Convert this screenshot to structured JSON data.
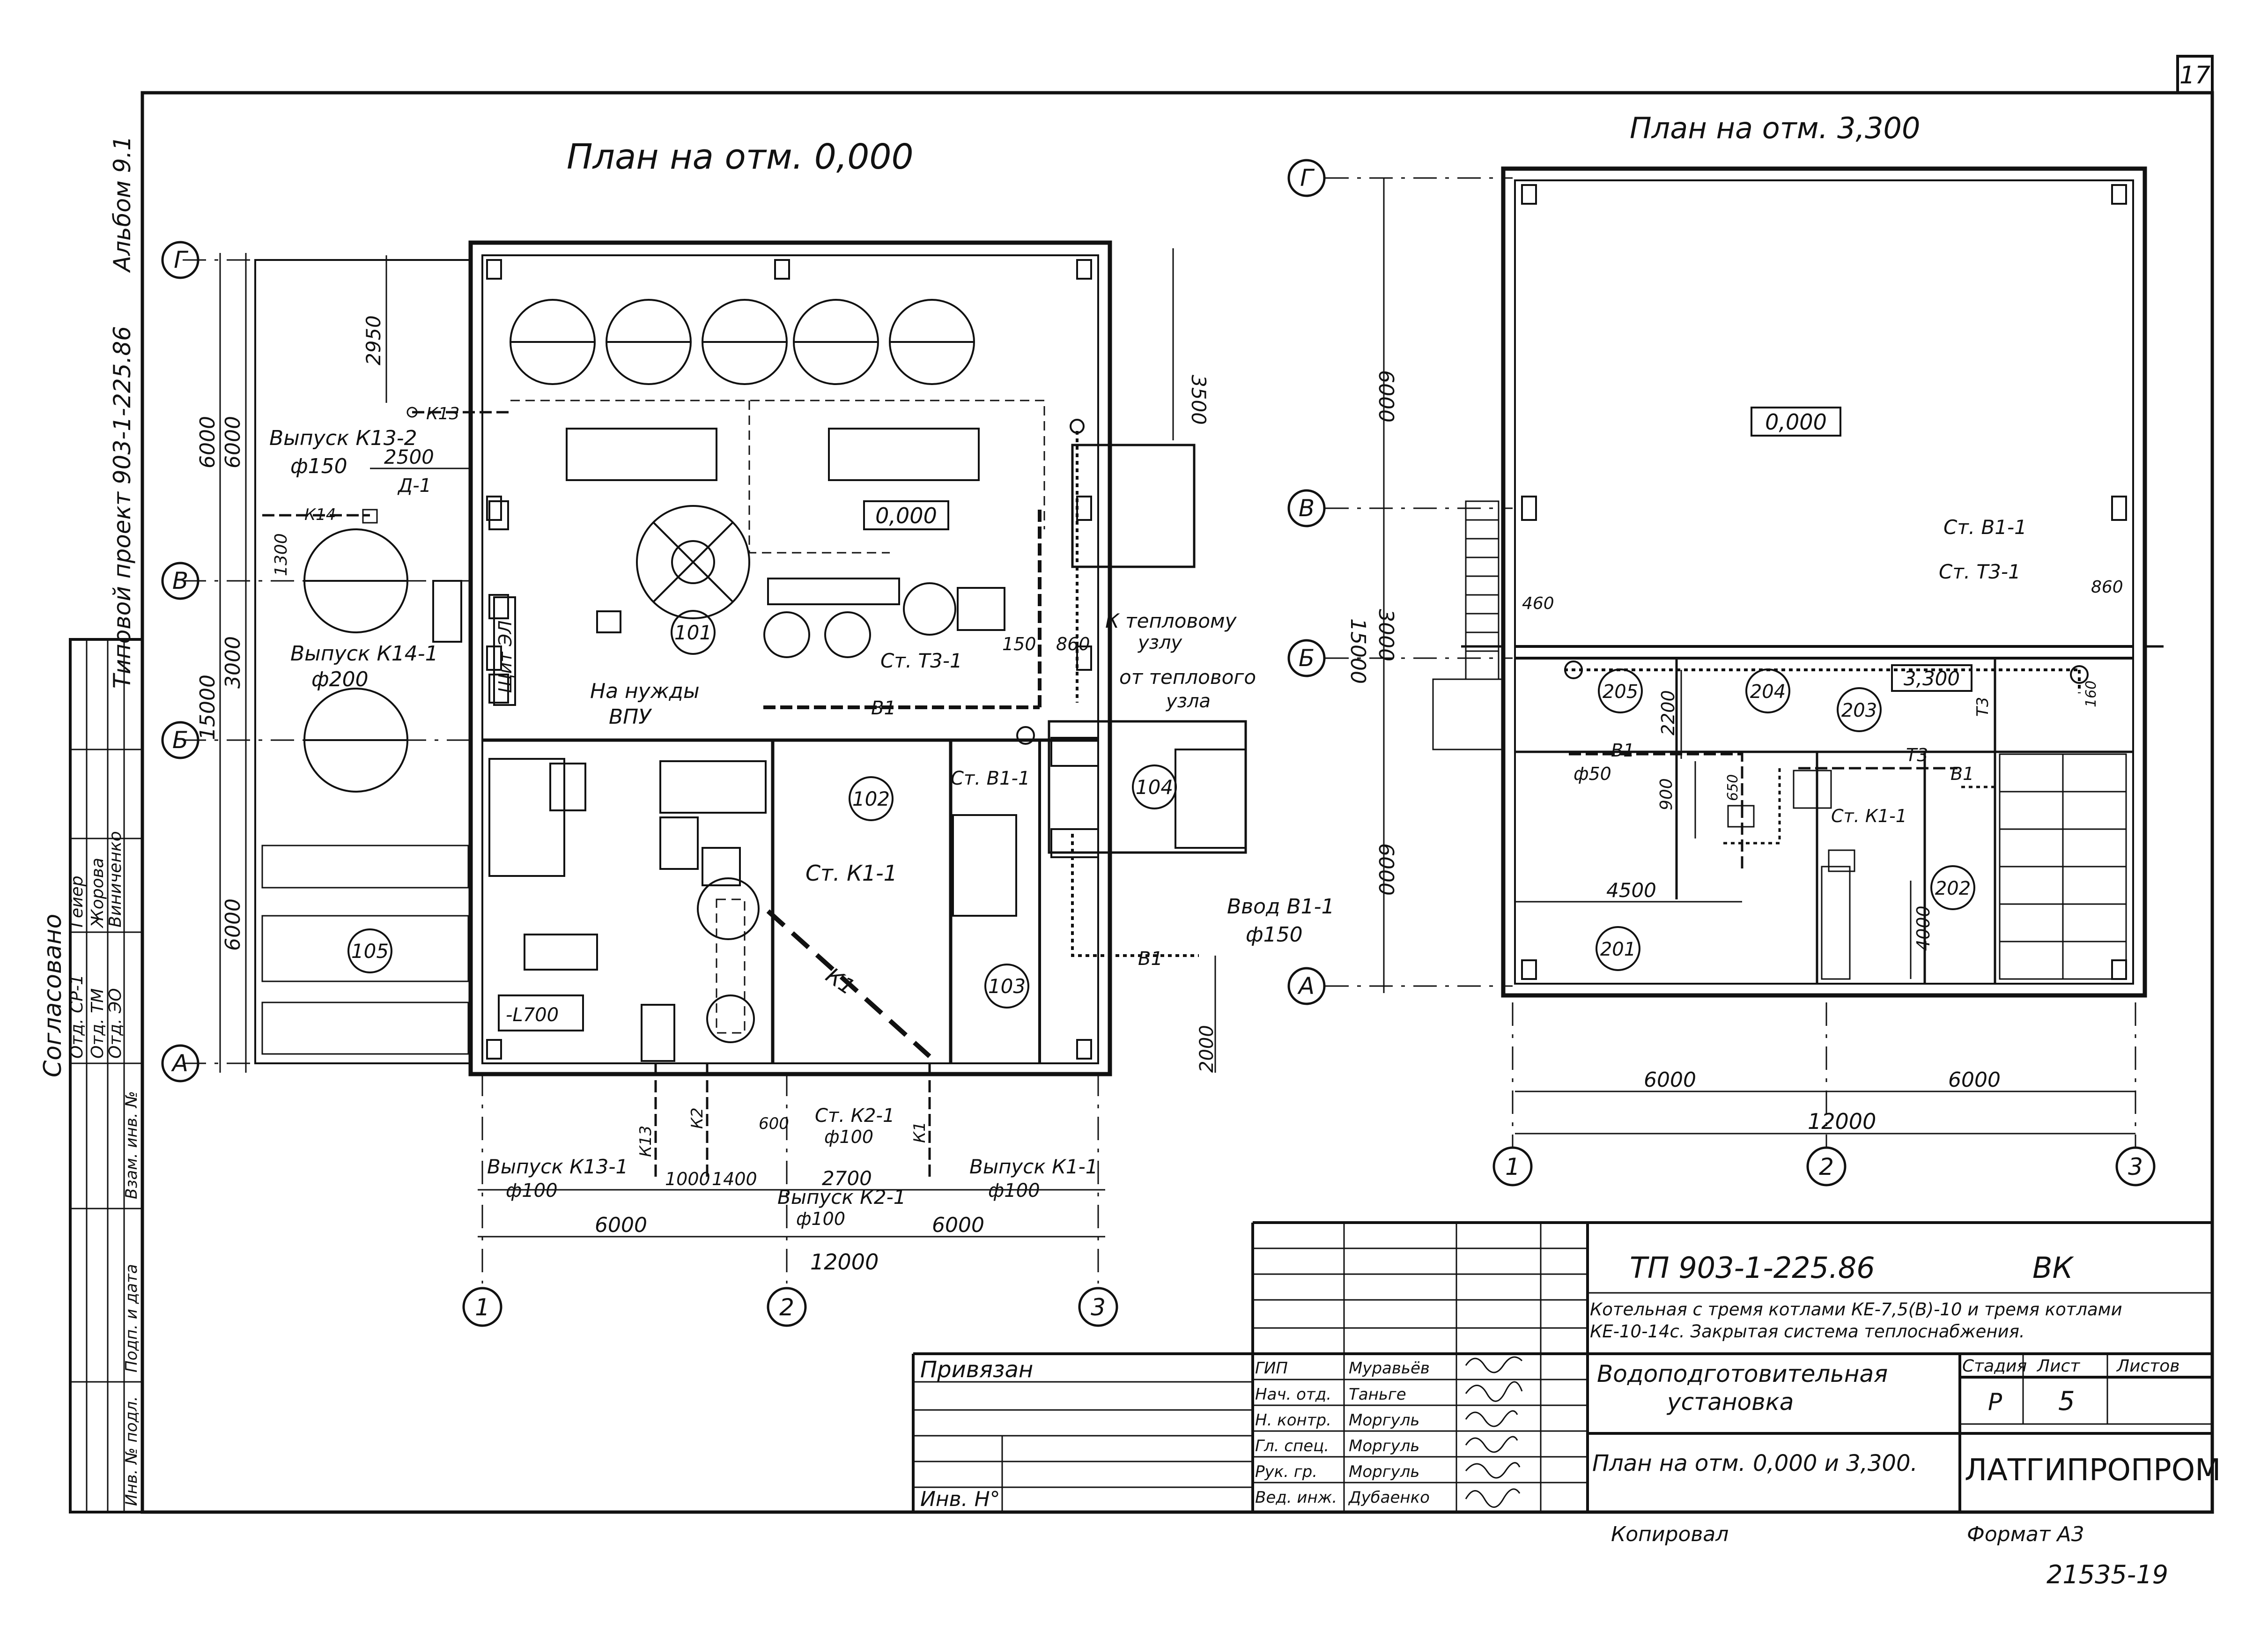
{
  "sheet_number": "17",
  "left_plan": {
    "title": "План на отм. 0,000",
    "elevation_box": "0,000",
    "axes_letters": [
      "Г",
      "В",
      "Б",
      "А"
    ],
    "axes_numbers": [
      "1",
      "2",
      "3"
    ],
    "rooms": [
      "101",
      "102",
      "103",
      "104",
      "105"
    ],
    "dims": {
      "d2950": "2950",
      "d2500": "2500",
      "d3500": "3500",
      "d1300": "1300",
      "d6000_tl": "6000",
      "d6000_tl2": "6000",
      "d3000": "3000",
      "d15000": "15000",
      "d6000_bl": "6000",
      "d2000": "2000",
      "d150": "150",
      "d860": "860",
      "d1000": "1000",
      "d1400": "1400",
      "d600": "600",
      "d2700": "2700",
      "d6000_b1": "6000",
      "d6000_b2": "6000",
      "d12000": "12000"
    },
    "labels": {
      "k13": "К13",
      "k14": "К14",
      "d1": "Д-1",
      "vypusk_k13_2": "Выпуск К13-2",
      "phi150_a": "ф150",
      "vypusk_k14_1": "Выпуск К14-1",
      "phi200": "ф200",
      "shchit": "Щит ЭЛ",
      "na_nuzhdy": "На нужды",
      "vpu": "ВПУ",
      "b1": "В1",
      "st_t3_1": "Ст. Т3-1",
      "st_v1_1": "Ст. В1-1",
      "st_k1_1": "Ст. К1-1",
      "k_teplovomu": "К тепловому",
      "uzlu": "узлу",
      "ot_teplovogo": "от теплового",
      "uzla": "узла",
      "vvod_v1_1": "Ввод В1-1",
      "phi150_b": "ф150",
      "b1_b": "В1",
      "k1": "К1",
      "l700": "-L700",
      "st_k2_1": "Ст. К2-1",
      "phi100_a": "ф100",
      "vypusk_k13_1": "Выпуск К13-1",
      "phi100_b": "ф100",
      "vypusk_k2_1": "Выпуск К2-1",
      "phi100_c": "ф100",
      "vypusk_k1_1": "Выпуск К1-1",
      "phi100_d": "ф100",
      "k13_v": "К13",
      "k2_v": "К2",
      "k1_v": "К1"
    }
  },
  "right_plan": {
    "title": "План на отм. 3,300",
    "elevation_box_top": "0,000",
    "elevation_box_room": "3,300",
    "axes_letters": [
      "Г",
      "В",
      "Б",
      "А"
    ],
    "axes_numbers": [
      "1",
      "2",
      "3"
    ],
    "rooms": [
      "201",
      "202",
      "203",
      "204",
      "205"
    ],
    "dims": {
      "d6000_a": "6000",
      "d3000": "3000",
      "d15000": "15000",
      "d6000_b": "6000",
      "d460": "460",
      "d860": "860",
      "d2200": "2200",
      "d900": "900",
      "d650": "650",
      "d4500": "4500",
      "d4000": "4000",
      "d160": "160",
      "d6000_c": "6000",
      "d6000_d": "6000",
      "d12000": "12000"
    },
    "labels": {
      "st_v1_1": "Ст. В1-1",
      "st_t3_1": "Ст. Т3-1",
      "st_k1_1": "Ст. К1-1",
      "b1_a": "В1",
      "phi50": "ф50",
      "t3": "Т3",
      "b1_b": "В1",
      "t3_v": "Т3"
    }
  },
  "side_stamp": {
    "typovoy": "Типовой проект 903-1-225.86",
    "albom": "Альбом 9.1",
    "soglasovano": "Согласовано",
    "rows": [
      {
        "dept": "Отд. СР-1",
        "name": "Гейер"
      },
      {
        "dept": "Отд. ТМ",
        "name": "Жорова"
      },
      {
        "dept": "Отд. ЭО",
        "name": "Виниченко"
      }
    ],
    "vzam": "Взам. инв. №",
    "podp": "Подп. и дата",
    "inv": "Инв. № подл."
  },
  "title_block": {
    "code": "ТП 903-1-225.86",
    "mark": "ВК",
    "description_1": "Котельная с тремя котлами КЕ-7,5(В)-10 и тремя котлами",
    "description_2": "КЕ-10-14с. Закрытая система теплоснабжения.",
    "object_1": "Водоподготовительная",
    "object_2": "установка",
    "sheet_title": "План на отм. 0,000 и 3,300.",
    "stadia_label": "Стадия",
    "list_label": "Лист",
    "listov_label": "Листов",
    "stadia": "Р",
    "list": "5",
    "listov": "",
    "organization": "ЛАТГИПРОПРОМ",
    "privyazan": "Привязан",
    "inv_no": "Инв. Н°",
    "staff": [
      {
        "role": "ГИП",
        "name": "Муравьёв"
      },
      {
        "role": "Нач. отд.",
        "name": "Таньге"
      },
      {
        "role": "Н. контр.",
        "name": "Моргуль"
      },
      {
        "role": "Гл. спец.",
        "name": "Моргуль"
      },
      {
        "role": "Рук. гр.",
        "name": "Моргуль"
      },
      {
        "role": "Вед. инж.",
        "name": "Дубаенко"
      }
    ],
    "kopiroval": "Копировал",
    "format": "Формат А3",
    "archive_no": "21535-19"
  }
}
